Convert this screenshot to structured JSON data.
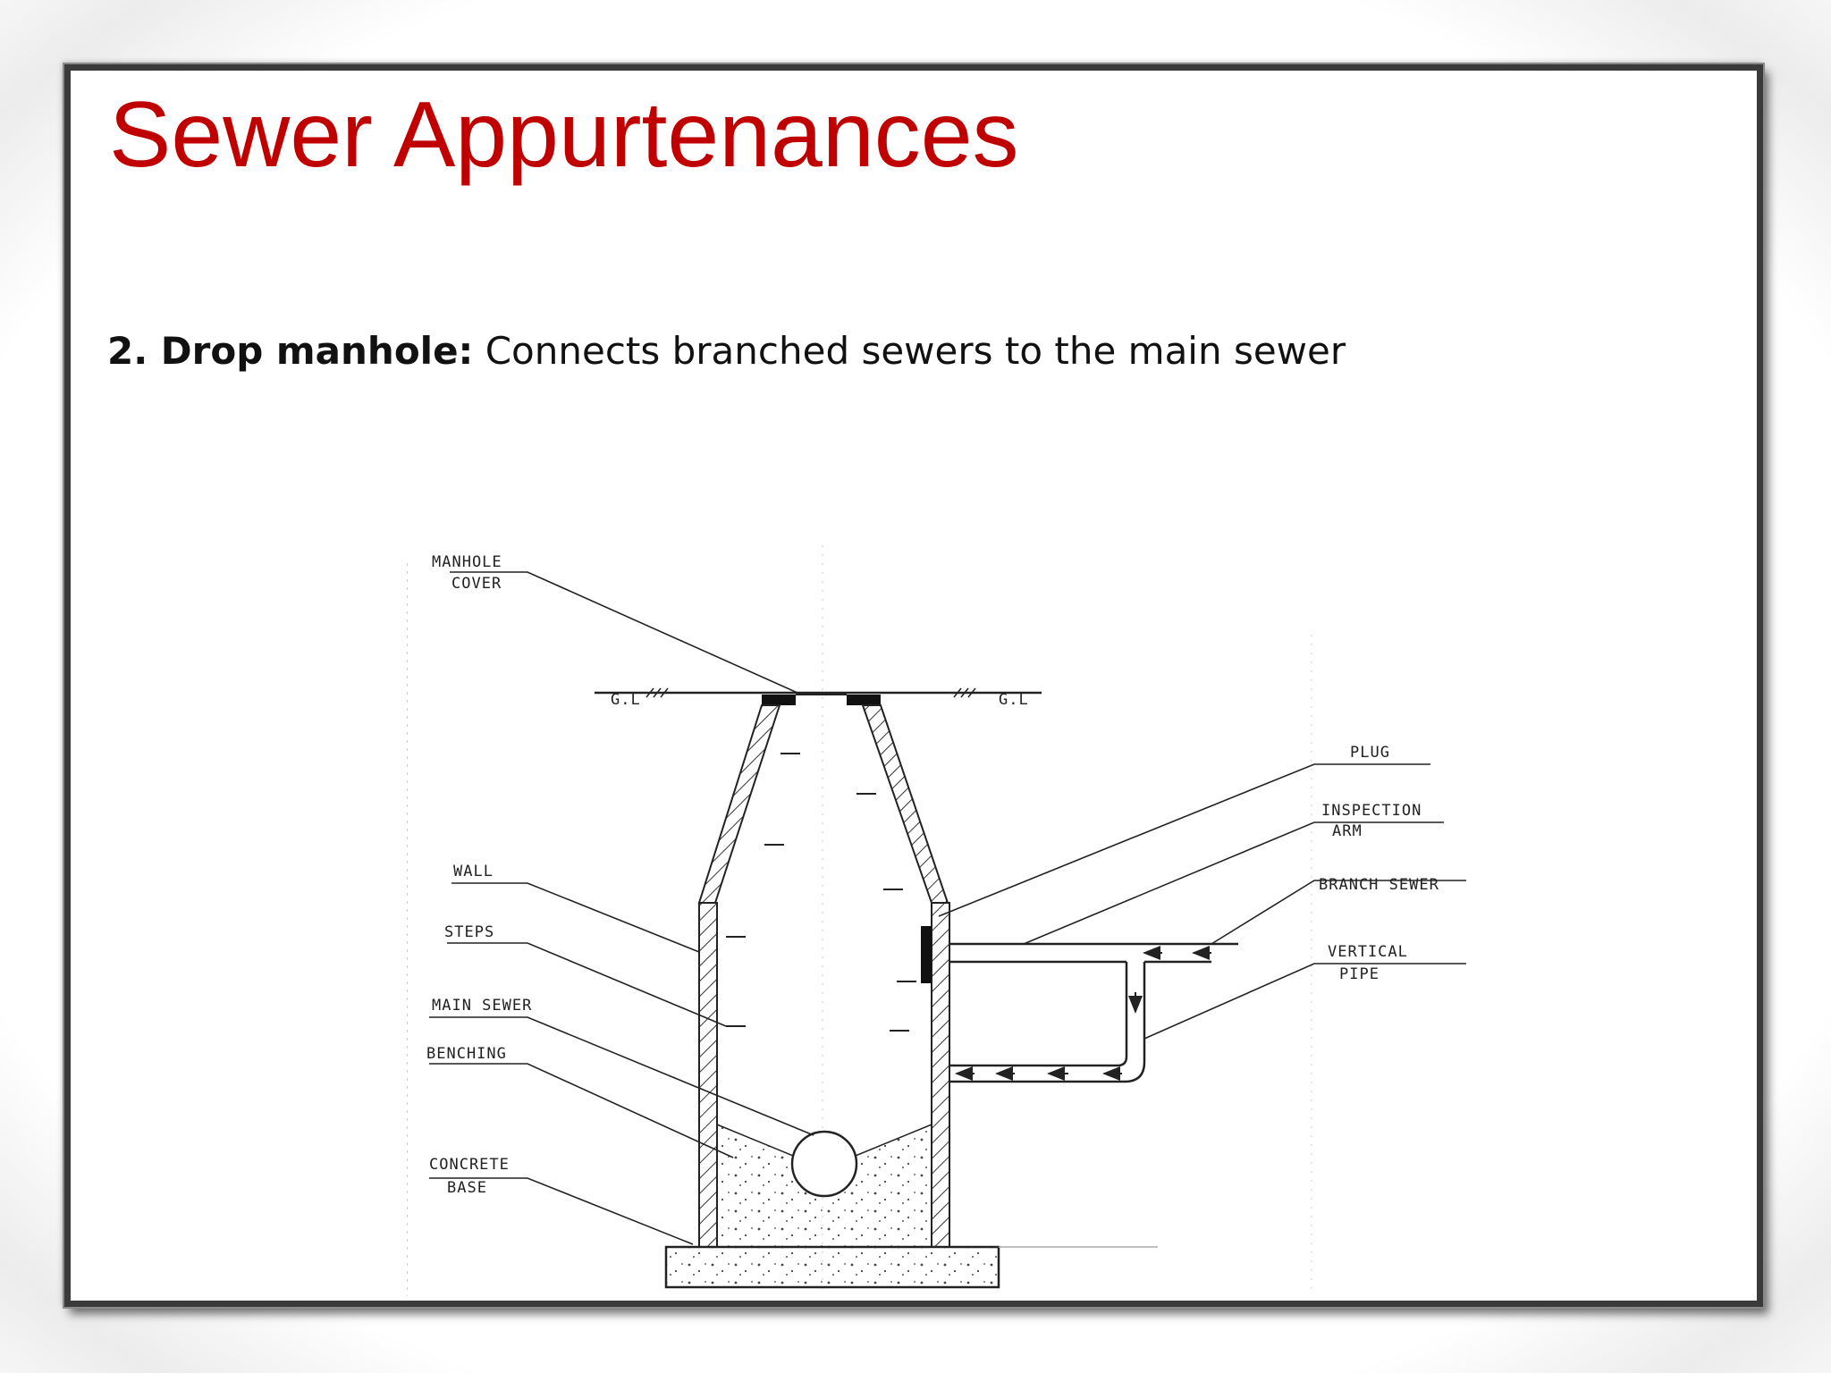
{
  "slide": {
    "title": "Sewer Appurtenances",
    "bullet": {
      "term": "2. Drop manhole:",
      "description": "Connects branched sewers to the main sewer"
    }
  },
  "diagram": {
    "labels": {
      "manhole_cover_1": "MANHOLE",
      "manhole_cover_2": "COVER",
      "gl_left": "G.L",
      "gl_right": "G.L",
      "plug": "PLUG",
      "inspection_arm_1": "INSPECTION",
      "inspection_arm_2": "ARM",
      "branch_sewer": "BRANCH SEWER",
      "vertical_pipe_1": "VERTICAL",
      "vertical_pipe_2": "PIPE",
      "wall": "WALL",
      "steps": "STEPS",
      "main_sewer": "MAIN SEWER",
      "benching": "BENCHING",
      "concrete_base_1": "CONCRETE",
      "concrete_base_2": "BASE"
    }
  },
  "colors": {
    "title": "#c00000",
    "text": "#111111",
    "frame": "#3a3a3a"
  }
}
